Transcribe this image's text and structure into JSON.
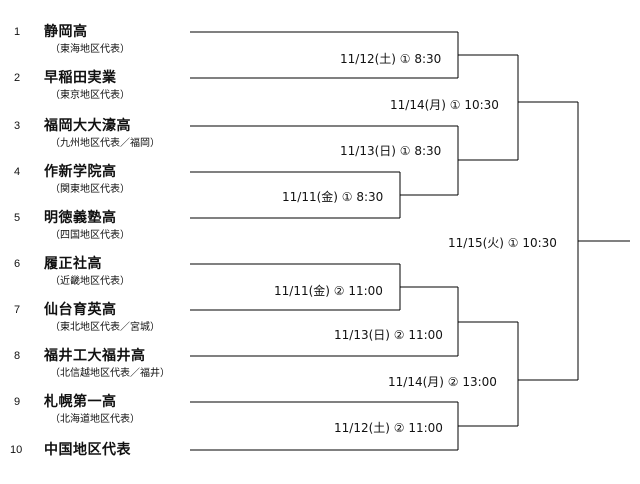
{
  "teams": [
    {
      "seed": "1",
      "name": "静岡高",
      "sub": "（東海地区代表）"
    },
    {
      "seed": "2",
      "name": "早稲田実業",
      "sub": "（東京地区代表）"
    },
    {
      "seed": "3",
      "name": "福岡大大濠高",
      "sub": "（九州地区代表／福岡）"
    },
    {
      "seed": "4",
      "name": "作新学院高",
      "sub": "（関東地区代表）"
    },
    {
      "seed": "5",
      "name": "明徳義塾高",
      "sub": "（四国地区代表）"
    },
    {
      "seed": "6",
      "name": "履正社高",
      "sub": "（近畿地区代表）"
    },
    {
      "seed": "7",
      "name": "仙台育英高",
      "sub": "（東北地区代表／宮城）"
    },
    {
      "seed": "8",
      "name": "福井工大福井高",
      "sub": "（北信越地区代表／福井）"
    },
    {
      "seed": "9",
      "name": "札幌第一高",
      "sub": "（北海道地区代表）"
    },
    {
      "seed": "10",
      "name": "中国地区代表",
      "sub": ""
    }
  ],
  "matches": [
    {
      "id": "m-1-2",
      "label": "11/12(土) ① 8:30"
    },
    {
      "id": "m-4-5",
      "label": "11/11(金) ① 8:30"
    },
    {
      "id": "m-3-w45",
      "label": "11/13(日) ① 8:30"
    },
    {
      "id": "m-upper-final",
      "label": "11/14(月) ① 10:30"
    },
    {
      "id": "m-6-7",
      "label": "11/11(金) ② 11:00"
    },
    {
      "id": "m-w67-8",
      "label": "11/13(日) ② 11:00"
    },
    {
      "id": "m-9-10",
      "label": "11/12(土) ② 11:00"
    },
    {
      "id": "m-lower-final",
      "label": "11/14(月) ② 13:00"
    },
    {
      "id": "m-final",
      "label": "11/15(火) ① 10:30"
    }
  ]
}
